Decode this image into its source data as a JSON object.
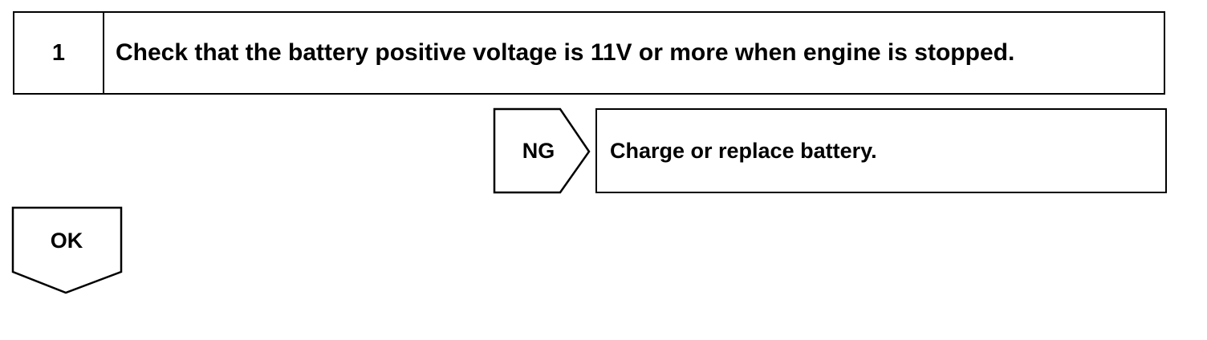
{
  "step": {
    "number": "1",
    "instruction": "Check that the battery positive voltage is 11V or more when engine is stopped."
  },
  "ng_branch": {
    "label": "NG",
    "action": "Charge or replace battery."
  },
  "ok_branch": {
    "label": "OK"
  }
}
